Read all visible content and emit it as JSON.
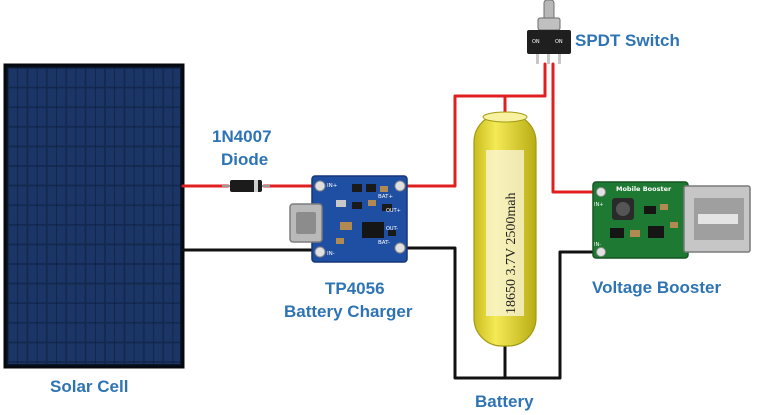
{
  "labels": {
    "switch": "SPDT Switch",
    "diode_part": "1N4007",
    "diode_name": "Diode",
    "charger_part": "TP4056",
    "charger_name": "Battery Charger",
    "booster": "Voltage Booster",
    "solar": "Solar Cell",
    "battery": "Battery"
  },
  "battery_print": "18650 3.7V 2500mah",
  "booster_print": "Mobile Booster",
  "charger_pins": {
    "in_plus": "IN+",
    "in_minus": "IN-",
    "bat_plus": "BAT+",
    "bat_minus": "BAT-",
    "out_plus": "OUT+",
    "out_minus": "OUT-"
  },
  "booster_pins": {
    "in_plus": "IN+",
    "in_minus": "IN-"
  },
  "switch_print": {
    "left": "ON",
    "right": "ON"
  },
  "colors": {
    "label": "#2e74b5",
    "wire_positive": "#e02020",
    "wire_negative": "#111111",
    "pcb_charger": "#1f4fa3",
    "pcb_booster": "#1e7a32",
    "battery": "#ece03a",
    "solar_panel": "#0e1f3c"
  }
}
